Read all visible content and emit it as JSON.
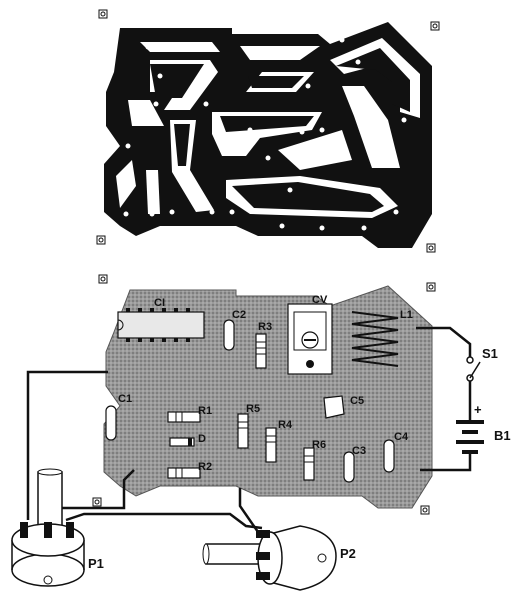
{
  "labels": {
    "ci": "CI",
    "c2": "C2",
    "r3": "R3",
    "cv": "CV",
    "l1": "L1",
    "s1": "S1",
    "b1": "B1",
    "c1_board": "C1",
    "r1": "R1",
    "d1": "D",
    "r2": "R2",
    "r5": "R5",
    "r4": "R4",
    "r6": "R6",
    "c5": "C5",
    "c3": "C3",
    "c4": "C4",
    "plus": "+",
    "p1": "P1",
    "p2": "P2"
  },
  "colors": {
    "copper": "#111111",
    "board": "#8a8a8a",
    "wire": "#111111",
    "paper": "#ffffff"
  }
}
